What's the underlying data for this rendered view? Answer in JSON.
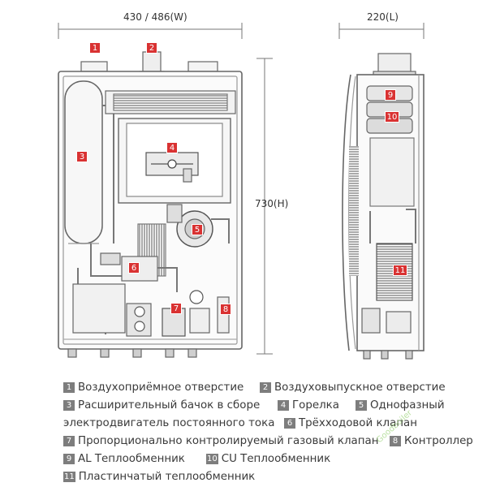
{
  "dimensions": {
    "width": "430 / 486(W)",
    "length": "220(L)",
    "height": "730(H)"
  },
  "colors": {
    "badge_red": "#d93232",
    "legend_number_bg": "#7d7d7d",
    "line": "#8a8a8a",
    "text": "#3a3a3a"
  },
  "badges": {
    "front": [
      "1",
      "2",
      "3",
      "4",
      "5",
      "6",
      "7",
      "8"
    ],
    "side": [
      "9",
      "10",
      "11"
    ]
  },
  "legend": [
    {
      "num": "1",
      "text": "Воздухоприёмное отверстие"
    },
    {
      "num": "2",
      "text": "Воздуховыпускное отверстие"
    },
    {
      "num": "3",
      "text": "Расширительный бачок в сборе"
    },
    {
      "num": "4",
      "text": "Горелка"
    },
    {
      "num": "5",
      "text": "Однофазный"
    },
    {
      "num": "",
      "text": "электродвигатель постоянного тока"
    },
    {
      "num": "6",
      "text": "Трёхходовой клапан"
    },
    {
      "num": "7",
      "text": "Пропорционально контролируемый газовый клапан"
    },
    {
      "num": "8",
      "text": "Контроллер"
    },
    {
      "num": "9",
      "text": "AL Теплообменник"
    },
    {
      "num": "10",
      "text": "CU Теплообменник"
    },
    {
      "num": "11",
      "text": "Пластинчатый теплообменник"
    }
  ],
  "watermark": "Goodboiler"
}
